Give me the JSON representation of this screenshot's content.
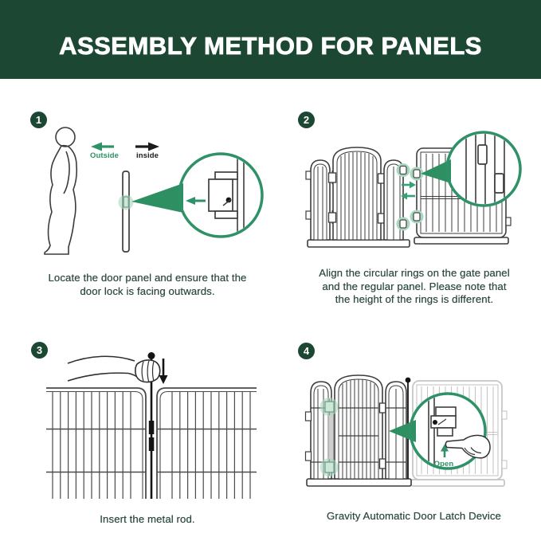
{
  "title": "ASSEMBLY METHOD FOR PANELS",
  "colors": {
    "banner_green": "#1B4733",
    "accent_green": "#2E9167",
    "arrow_green": "#35A174",
    "highlight_green": "#A8D8BF",
    "wedge_green": "#2E8F63",
    "caption_text": "#2F4A3E",
    "drawing_line": "#3D3D3D",
    "light_panel_gray": "#C6C6C6"
  },
  "icons": [
    "person-silhouette-icon",
    "outside-arrow-icon",
    "inside-arrow-icon",
    "magnifier-circle",
    "swap-arrows-icon",
    "down-arrow-icon",
    "up-arrow-icon"
  ],
  "steps": [
    {
      "number": "1",
      "labels": {
        "outside": "Outside",
        "inside": "inside"
      },
      "caption": "Locate the door panel and ensure that the\ndoor lock is facing outwards."
    },
    {
      "number": "2",
      "caption": "Align the circular rings on the gate panel\nand the regular panel. Please note that\nthe height of the rings is different."
    },
    {
      "number": "3",
      "caption": "Insert the metal rod."
    },
    {
      "number": "4",
      "labels": {
        "open": "Open"
      },
      "caption": "Gravity Automatic Door Latch Device"
    }
  ]
}
